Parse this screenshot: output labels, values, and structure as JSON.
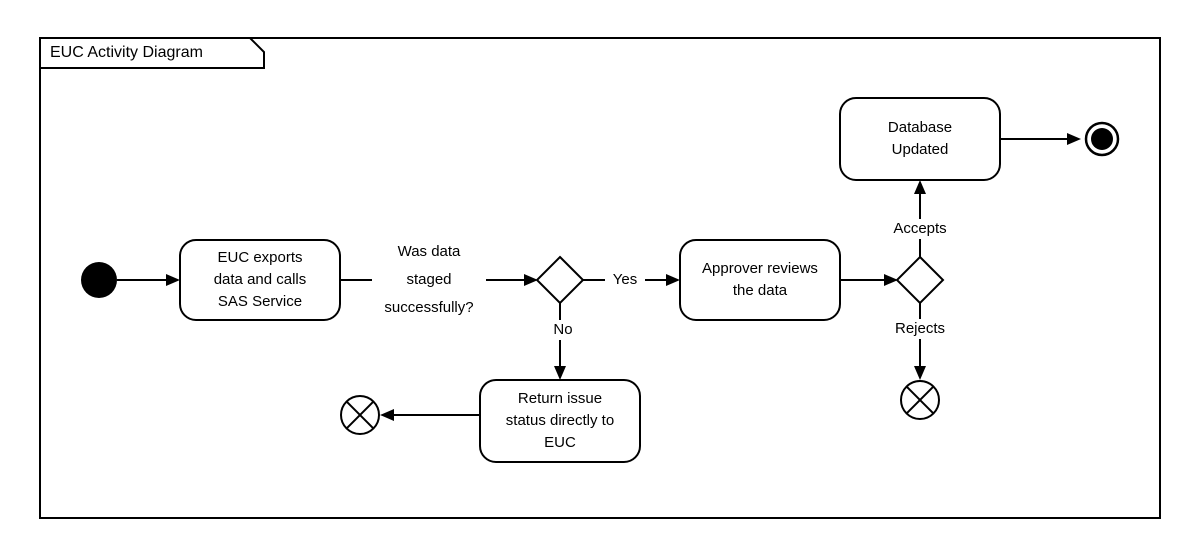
{
  "frame": {
    "title": "EUC Activity Diagram"
  },
  "nodes": {
    "initial": {
      "kind": "initial-node",
      "label": ""
    },
    "euc_export": {
      "kind": "action",
      "line1": "EUC exports",
      "line2": "data and calls",
      "line3": "SAS Service"
    },
    "decision_staged": {
      "kind": "decision",
      "label": ""
    },
    "approver_review": {
      "kind": "action",
      "line1": "Approver reviews",
      "line2": "the data"
    },
    "decision_approval": {
      "kind": "decision",
      "label": ""
    },
    "database_updated": {
      "kind": "action",
      "line1": "Database",
      "line2": "Updated"
    },
    "final": {
      "kind": "activity-final-node",
      "label": ""
    },
    "return_issue": {
      "kind": "action",
      "line1": "Return issue",
      "line2": "status directly to",
      "line3": "EUC"
    },
    "flow_final_issue": {
      "kind": "flow-final-node",
      "label": ""
    },
    "flow_final_rejects": {
      "kind": "flow-final-node",
      "label": ""
    }
  },
  "edge_labels": {
    "was_data_staged_l1": "Was data",
    "was_data_staged_l2": "staged",
    "was_data_staged_l3": "successfully?",
    "yes": "Yes",
    "no": "No",
    "accepts": "Accepts",
    "rejects": "Rejects"
  },
  "colors": {
    "stroke": "#000000",
    "fill": "#ffffff",
    "background": "#ffffff"
  }
}
